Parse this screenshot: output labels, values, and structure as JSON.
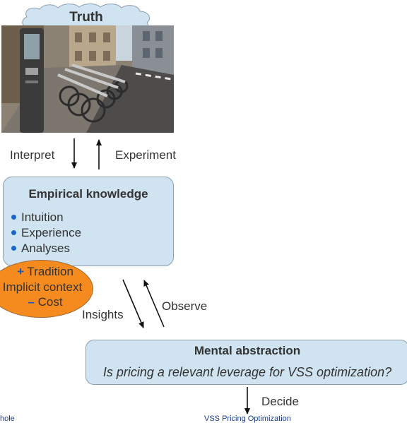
{
  "cloud": {
    "label": "Truth"
  },
  "arrows": {
    "interpret": "Interpret",
    "experiment": "Experiment",
    "insights": "Insights",
    "observe": "Observe",
    "decide": "Decide"
  },
  "empirical": {
    "title": "Empirical knowledge",
    "items": [
      "Intuition",
      "Experience",
      "Analyses"
    ]
  },
  "ellipse": {
    "line1_sign": "+",
    "line1": "Tradition",
    "line2": "Implicit context",
    "line3_sign": "–",
    "line3": "Cost"
  },
  "mental": {
    "title": "Mental abstraction",
    "question": "Is pricing a relevant leverage for VSS optimization?"
  },
  "footer": {
    "left": "hole",
    "center": "VSS Pricing Optimization"
  },
  "colors": {
    "box_fill": "#cfe3f1",
    "ellipse_fill": "#f58a1f",
    "bullet": "#1a66c9",
    "footer_text": "#1a3c8c"
  }
}
